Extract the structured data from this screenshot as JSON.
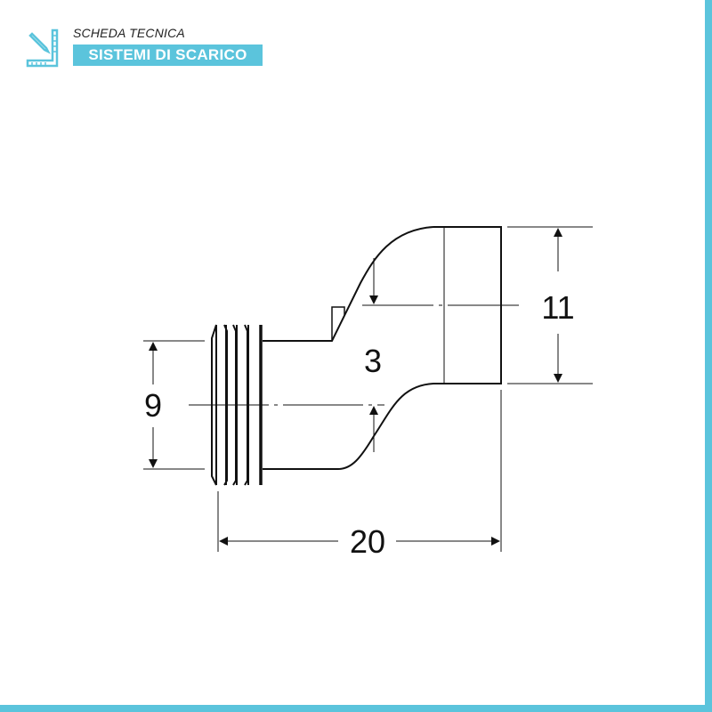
{
  "header": {
    "subtitle": "SCHEDA TECNICA",
    "title": "SISTEMI DI SCARICO",
    "icon": "ruler-pencil-icon",
    "accent_color": "#5bc4dc"
  },
  "drawing": {
    "dimensions": {
      "height_outlet": "11",
      "height_inlet": "9",
      "offset": "3",
      "length": "20"
    }
  }
}
